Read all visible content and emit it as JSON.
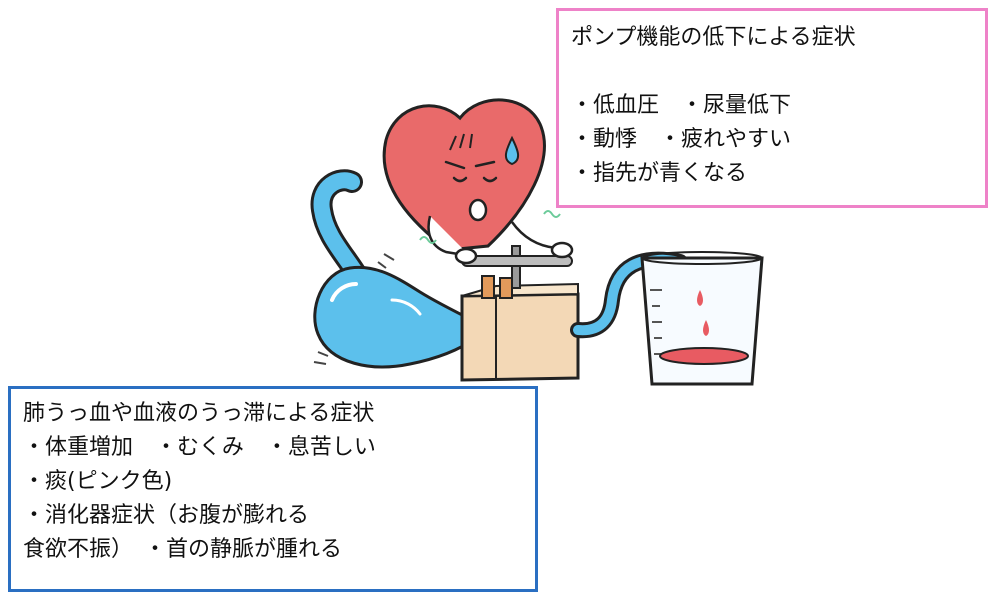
{
  "pump_panel": {
    "title": "ポンプ機能の低下による症状",
    "lines": [
      "・低血圧　・尿量低下",
      "・動悸　・疲れやすい",
      "・指先が青くなる"
    ],
    "border_color": "#ee82c8"
  },
  "congestion_panel": {
    "title": "肺うっ血や血液のうっ滞による症状",
    "lines": [
      "・体重増加　・むくみ　・息苦しい",
      "・痰(ピンク色)",
      "・消化器症状（お腹が膨れる",
      "食欲不振）　・首の静脈が腫れる"
    ],
    "border_color": "#2a6fc2"
  },
  "colors": {
    "heart": "#e96a6a",
    "water": "#5cc0ec",
    "box": "#f3d8b6",
    "liquid": "#e85b62"
  },
  "icons": [
    "heart-character-icon",
    "water-balloon-icon",
    "pump-box-icon",
    "measuring-cup-icon",
    "sweat-drop-icon"
  ]
}
